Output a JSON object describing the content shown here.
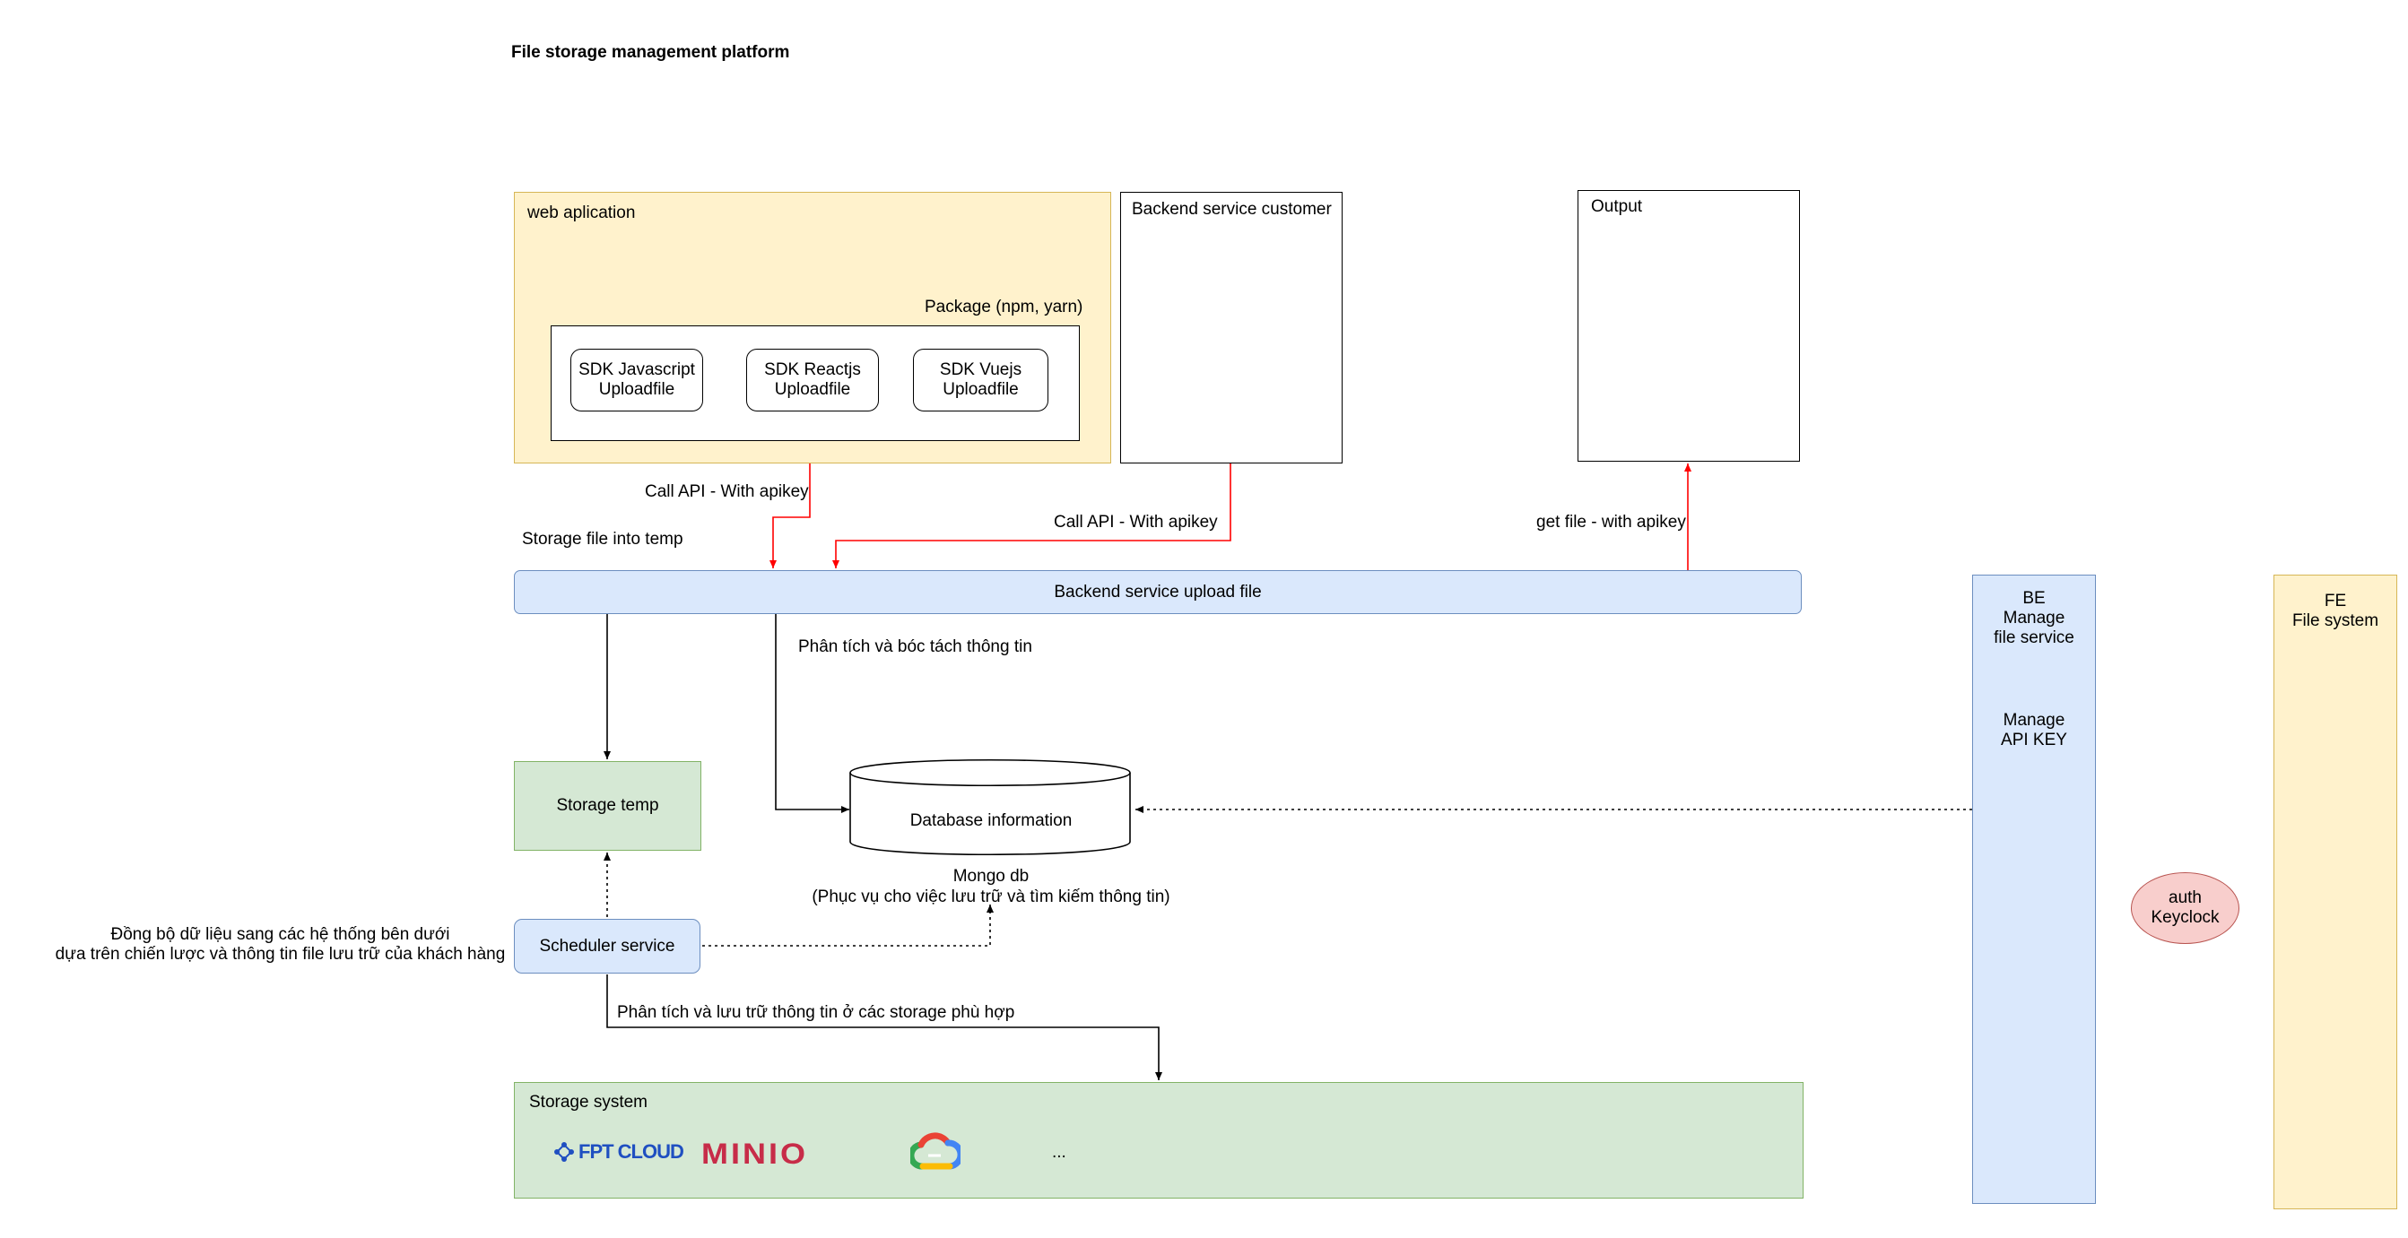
{
  "title": "File storage management platform",
  "web_app": {
    "label": "web aplication",
    "package_label": "Package (npm, yarn)",
    "sdks": [
      {
        "line1": "SDK Javascript",
        "line2": "Uploadfile"
      },
      {
        "line1": "SDK Reactjs",
        "line2": "Uploadfile"
      },
      {
        "line1": "SDK Vuejs",
        "line2": "Uploadfile"
      }
    ]
  },
  "backend_customer": {
    "label": "Backend service customer"
  },
  "output": {
    "label": "Output"
  },
  "backend_upload": {
    "label": "Backend service upload file"
  },
  "edges": {
    "call_api_1": "Call API - With apikey",
    "call_api_2": "Call API - With apikey",
    "get_file": "get file - with apikey",
    "storage_temp_note": "Storage file into temp",
    "analyze": "Phân tích và bóc tách thông tin",
    "analyze_store": "Phân tích và lưu trữ thông tin ở các storage phù hợp"
  },
  "storage_temp": {
    "label": "Storage temp"
  },
  "database": {
    "label": "Database information",
    "caption_line1": "Mongo db",
    "caption_line2": "(Phục vụ cho việc lưu trữ và tìm kiếm thông tin)"
  },
  "scheduler": {
    "label": "Scheduler service",
    "note_line1": "Đồng bộ dữ liệu sang các hệ thống bên dưới",
    "note_line2": "dựa trên chiến lược và thông tin file lưu trữ của khách hàng"
  },
  "storage_system": {
    "label": "Storage system",
    "providers": [
      "FPT CLOUD",
      "MINIO"
    ],
    "more": "..."
  },
  "be_manage": {
    "line1": "BE",
    "line2": "Manage",
    "line3": "file service",
    "sub1": "Manage",
    "sub2": "API KEY"
  },
  "auth": {
    "line1": "auth",
    "line2": "Keyclock"
  },
  "fe": {
    "line1": "FE",
    "line2": "File system"
  },
  "colors": {
    "yellow_fill": "#fff2cc",
    "yellow_stroke": "#d6b656",
    "blue_fill": "#dae8fc",
    "blue_stroke": "#6c8ebf",
    "green_fill": "#d5e8d4",
    "green_stroke": "#82b366",
    "red_fill": "#f8cecc",
    "red_stroke": "#b85450",
    "edge_red": "#ff0000",
    "minio_red": "#c72c48",
    "fpt_blue": "#1f4fc1"
  },
  "icons": [
    "fpt-cloud-logo",
    "minio-logo",
    "google-cloud-logo"
  ]
}
